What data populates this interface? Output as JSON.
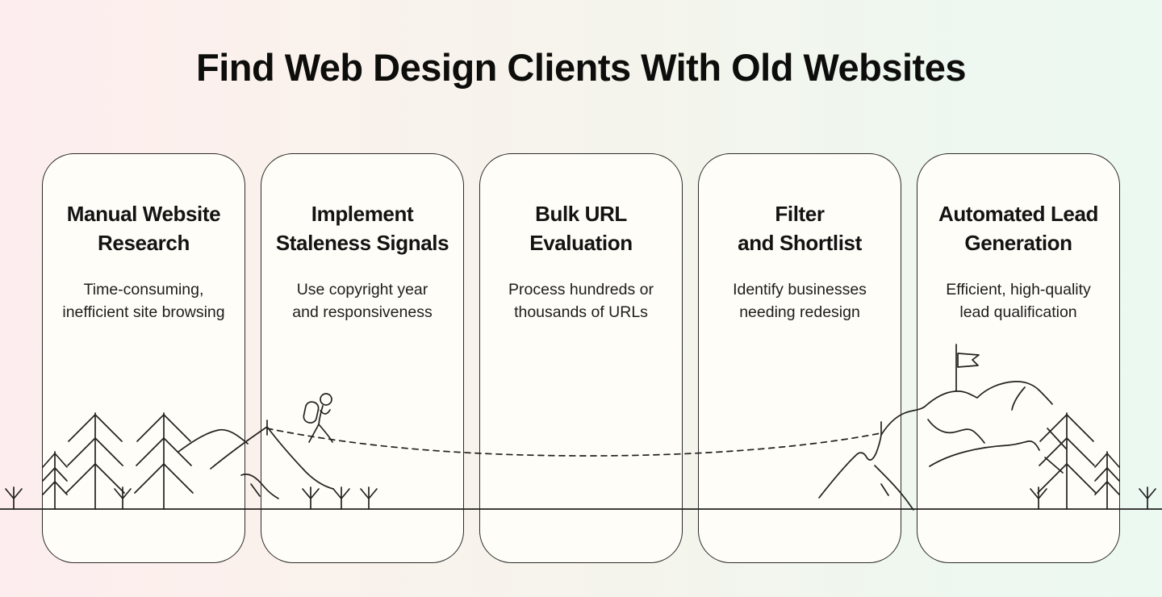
{
  "page": {
    "title": "Find Web Design Clients With Old Websites"
  },
  "cards": [
    {
      "title_lines": [
        "Manual Website",
        "Research"
      ],
      "subtitle_lines": [
        "Time-consuming,",
        "inefficient site browsing"
      ]
    },
    {
      "title_lines": [
        "Implement",
        "Staleness Signals"
      ],
      "subtitle_lines": [
        "Use copyright year",
        "and responsiveness"
      ]
    },
    {
      "title_lines": [
        "Bulk URL",
        "Evaluation"
      ],
      "subtitle_lines": [
        "Process hundreds or",
        "thousands of URLs"
      ]
    },
    {
      "title_lines": [
        "Filter",
        "and Shortlist"
      ],
      "subtitle_lines": [
        "Identify businesses",
        "needing redesign"
      ]
    },
    {
      "title_lines": [
        "Automated Lead",
        "Generation"
      ],
      "subtitle_lines": [
        "Efficient, high-quality",
        "lead qualification"
      ]
    }
  ],
  "decorations": {
    "icons": [
      "pine-tree-icon",
      "sprout-icon",
      "hiker-icon",
      "flag-icon",
      "mountain-icon",
      "trail-dashed-line-icon",
      "ground-line"
    ]
  },
  "colors": {
    "background_left": "#fdedee",
    "background_right": "#ecf9f1",
    "card_background": "#fffdf8",
    "line_ink": "#23221f",
    "title_ink": "#0d0d0c"
  }
}
